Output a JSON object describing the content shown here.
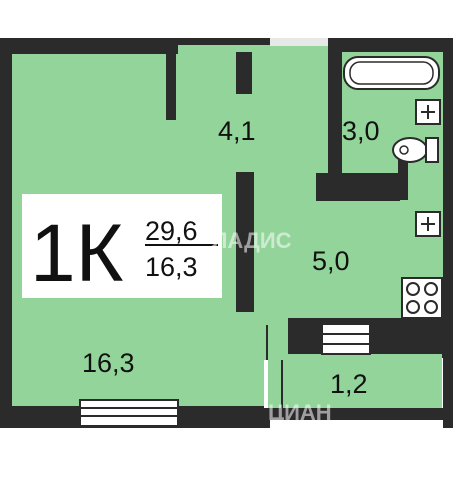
{
  "colors": {
    "room": "#93d49a",
    "wall": "#2b2b2b",
    "background": "#ffffff",
    "text": "#111111"
  },
  "apartment": {
    "type": "1К",
    "total_area": "29,6",
    "living_area": "16,3"
  },
  "rooms": {
    "living_room": "16,3",
    "corridor": "4,1",
    "bathroom": "3,0",
    "kitchen": "5,0",
    "balcony": "1,2"
  },
  "watermarks": {
    "brand_1": "ЛАДИС",
    "brand_2": "ЦИАН"
  },
  "icons": [
    "bathtub-icon",
    "sink-icon",
    "toilet-icon",
    "socket-icon",
    "stove-icon"
  ]
}
